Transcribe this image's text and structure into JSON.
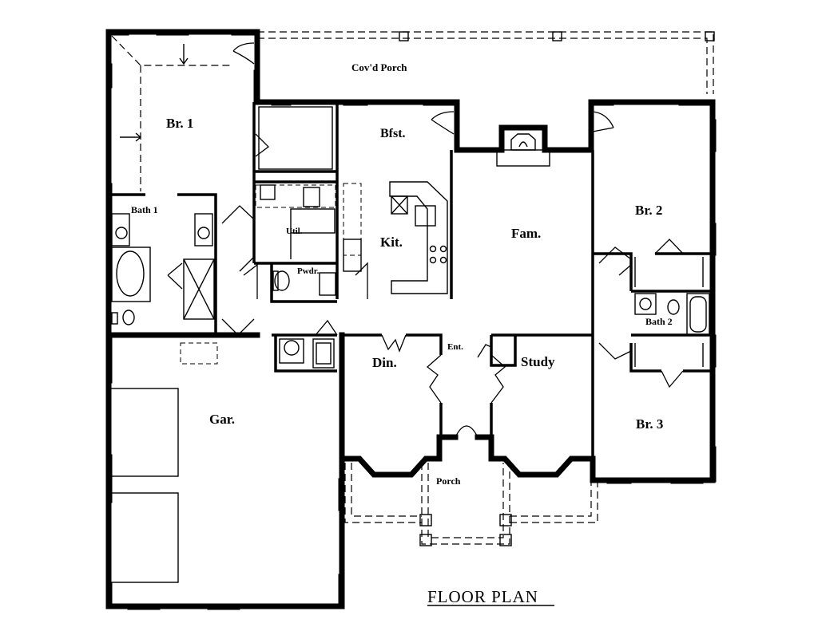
{
  "title": "FLOOR PLAN",
  "rooms": {
    "covd_porch": "Cov'd Porch",
    "br1": "Br. 1",
    "bath1": "Bath 1",
    "bfst": "Bfst.",
    "kit": "Kit.",
    "util": "Util.",
    "pwdr": "Pwdr.",
    "fam": "Fam.",
    "br2": "Br. 2",
    "bath2": "Bath 2",
    "ent": "Ent.",
    "din": "Din.",
    "study": "Study",
    "gar": "Gar.",
    "porch": "Porch",
    "br3": "Br. 3"
  }
}
